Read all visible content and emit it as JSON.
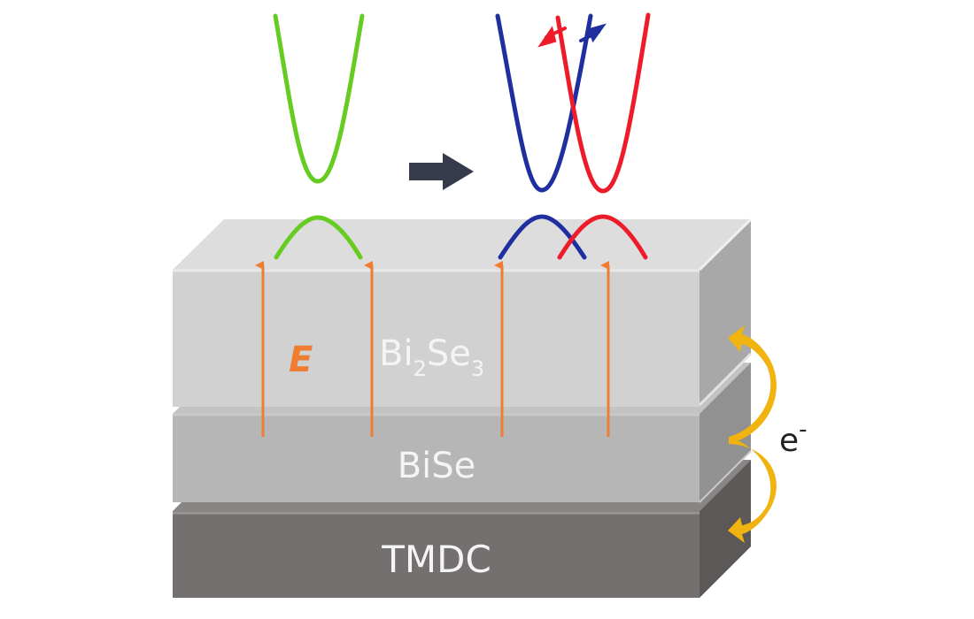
{
  "layers": [
    {
      "id": "bi2se3",
      "label_main": "Bi",
      "sub1": "2",
      "mid": "Se",
      "sub2": "3",
      "front_color": "#d2d1d1",
      "top_color": "#dedddd",
      "side_color": "#a9a8a8"
    },
    {
      "id": "bise",
      "label": "BiSe",
      "front_color": "#b7b6b6",
      "side_color": "#929191"
    },
    {
      "id": "tmdc",
      "label": "TMDC",
      "front_color": "#757070",
      "side_color": "#5c5858"
    }
  ],
  "field_label": "E",
  "electron_label": "e",
  "electron_superscript": "-",
  "colors": {
    "field_arrow": "#ee7d31",
    "band_initial": "#66cc22",
    "band_spin_down": "#1f2fa0",
    "band_spin_up": "#ee1c2a",
    "transition_arrow": "#363b4c",
    "electron_transfer_arrow": "#f0b30f",
    "text_light": "#f4f4f4"
  },
  "bands": {
    "initial": "single degenerate band (green)",
    "after_field": "Rashba-split bands (blue and red) with spin arrows"
  }
}
